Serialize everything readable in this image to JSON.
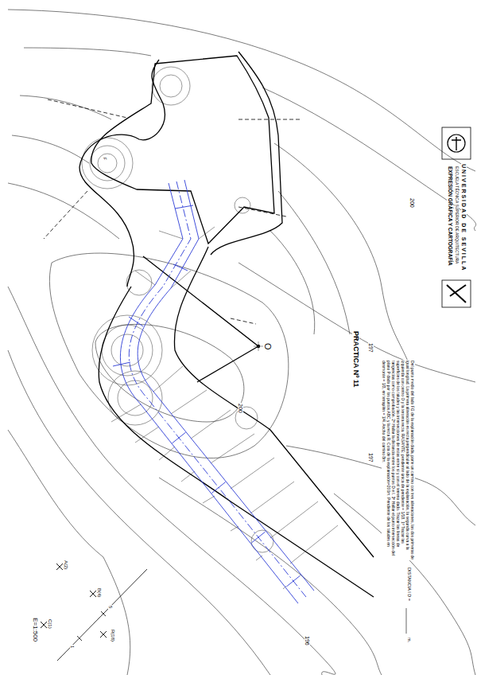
{
  "diagram": {
    "title": "PRACTICA Nº 11",
    "labels": [
      "UNIVERSIDAD DE SEVILLA",
      "ESCUELA TÉCNICA SUPERIOR DE ARQUITECTURA",
      "EXPRESIÓN GRÁFICA Y CARTOGRAFÍA",
      "Del punto medio del lado FG de la explanación dada, parte un camino con tres alineaciones, las dos primeras de igual longitud. La primera alineación es recta perpendicular al lado de la explanación, la segunda curva a la izquierda con centro O y la tercera recta. RASANTE: pendiente única de pendiente = 1/18. 1º Trazar las superficies de los taludes y las intersecciones de estas entre sí y con el terreno dado. Trazar las líneas de tangencias como comprobación. 2º Hallar la distancia entre los puntos D e I. 3º Hallar el punto intersección del plano P dado por los puntos ABC y la recta R. Cota de la explanación=200m. Pendiente de los taludes en desmonte = 1/3, en terraplén = 1/4. Ancho del camino 8m.",
      "DISTANCIA I D =",
      "m.",
      "200",
      "197",
      "200",
      "197",
      "196",
      "O",
      "F",
      "A(2)",
      "B(4)",
      "C(1)",
      "R(18)",
      "1",
      "5",
      "E=1:500"
    ]
  }
}
